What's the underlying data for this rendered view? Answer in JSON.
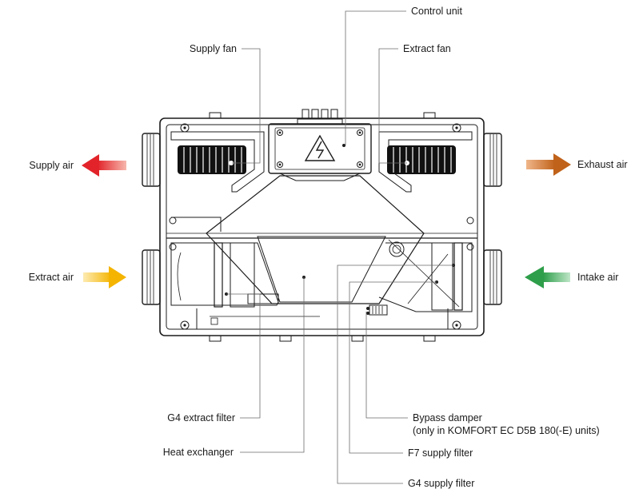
{
  "labels": {
    "control_unit": "Control unit",
    "supply_fan": "Supply fan",
    "extract_fan": "Extract fan",
    "supply_air": "Supply air",
    "exhaust_air": "Exhaust air",
    "extract_air": "Extract air",
    "intake_air": "Intake air",
    "g4_extract_filter": "G4 extract filter",
    "heat_exchanger": "Heat exchanger",
    "bypass_damper": "Bypass damper",
    "bypass_damper_note": "(only in KOMFORT EC D5B 180(-E) units)",
    "f7_supply_filter": "F7 supply filter",
    "g4_supply_filter": "G4 supply filter"
  },
  "arrows": {
    "supply_air": {
      "color_start": "#f7b7ad",
      "color_end": "#e2242a",
      "direction": "left"
    },
    "exhaust_air": {
      "color_start": "#c0621a",
      "color_end": "#f0b68a",
      "direction": "right"
    },
    "extract_air": {
      "color_start": "#fdebb3",
      "color_end": "#f4b400",
      "direction": "right"
    },
    "intake_air": {
      "color_start": "#2e9e4a",
      "color_end": "#bfe6c8",
      "direction": "left"
    }
  },
  "icons": {
    "control_unit": "high-voltage-warning-icon"
  }
}
